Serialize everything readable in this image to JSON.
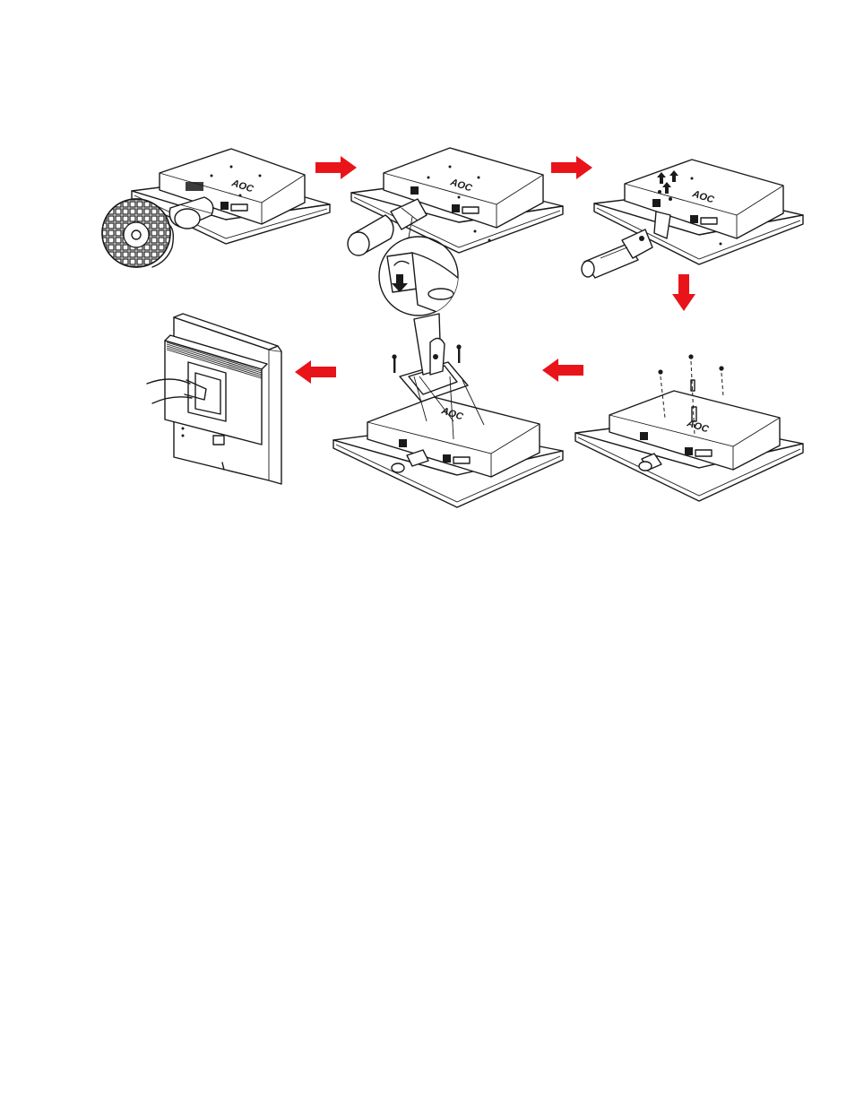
{
  "brand_logo": "AOC",
  "colors": {
    "arrow": "#e8141a",
    "line": "#1a1a1a",
    "background": "#ffffff"
  },
  "steps": [
    {
      "id": 1,
      "icon": "monitor-with-round-base-icon"
    },
    {
      "id": 2,
      "icon": "monitor-base-removed-release-latch-icon"
    },
    {
      "id": 3,
      "icon": "monitor-neck-removed-icon"
    },
    {
      "id": 4,
      "icon": "monitor-screws-vesa-icon"
    },
    {
      "id": 5,
      "icon": "monitor-wall-mount-bracket-icon"
    },
    {
      "id": 6,
      "icon": "monitor-wall-mounted-icon"
    }
  ],
  "arrows": [
    {
      "from": 1,
      "to": 2,
      "direction": "right"
    },
    {
      "from": 2,
      "to": 3,
      "direction": "right"
    },
    {
      "from": 3,
      "to": 4,
      "direction": "down"
    },
    {
      "from": 4,
      "to": 5,
      "direction": "left"
    },
    {
      "from": 5,
      "to": 6,
      "direction": "left"
    }
  ]
}
